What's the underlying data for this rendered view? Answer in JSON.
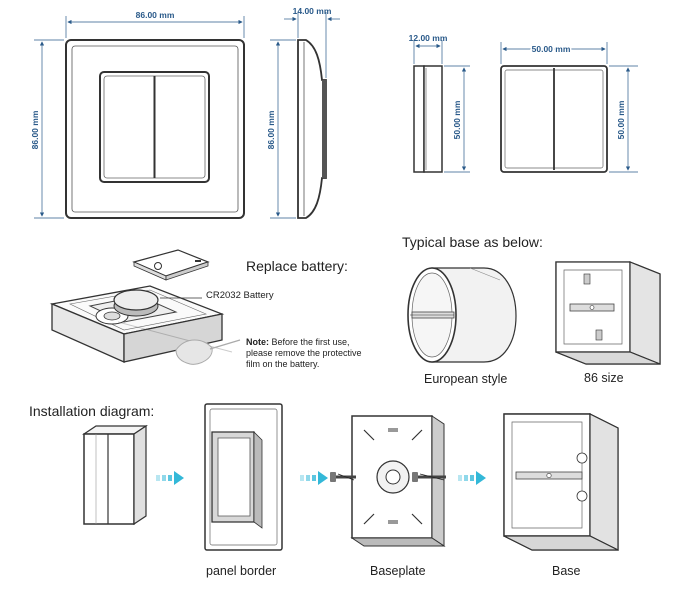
{
  "dimensions": {
    "front_width": "86.00 mm",
    "front_height": "86.00 mm",
    "side_depth": "14.00 mm",
    "side_height": "86.00 mm",
    "module_depth": "12.00 mm",
    "module_height": "50.00 mm",
    "module_width": "50.00 mm",
    "module_front_height": "50.00 mm"
  },
  "battery": {
    "heading": "Replace battery:",
    "battery_label": "CR2032 Battery",
    "note_prefix": "Note:",
    "note_text": "Before the first use, please remove the protective film on the battery."
  },
  "typical_base": {
    "heading": "Typical base as below:",
    "european_label": "European style",
    "size86_label": "86 size"
  },
  "installation": {
    "heading": "Installation diagram:",
    "panel_border_label": "panel border",
    "baseplate_label": "Baseplate",
    "base_label": "Base"
  },
  "colors": {
    "dimension": "#2a5a8a",
    "arrow": "#33b8d8",
    "outline": "#333333"
  }
}
